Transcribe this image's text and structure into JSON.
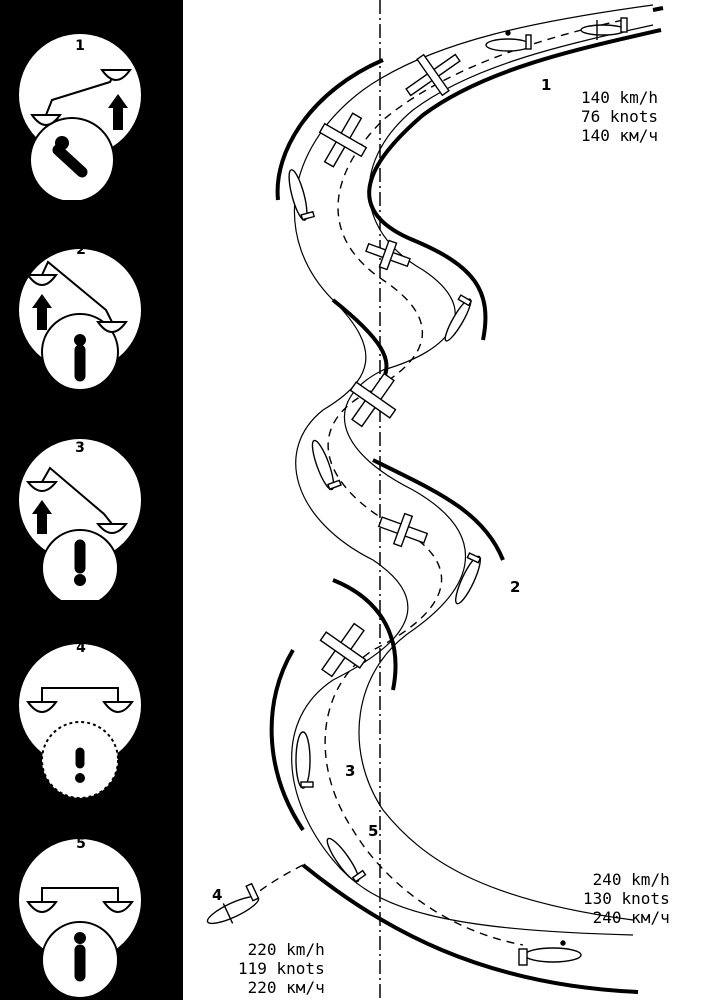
{
  "instruments": [
    {
      "number": "1",
      "arrow": "right-up"
    },
    {
      "number": "2",
      "arrow": "left-up"
    },
    {
      "number": "3",
      "arrow": "left-up"
    },
    {
      "number": "4",
      "arrow": "none"
    },
    {
      "number": "5",
      "arrow": "none"
    }
  ],
  "markers": [
    "1",
    "2",
    "3",
    "4",
    "5"
  ],
  "speeds": {
    "top_right": {
      "kmh": "140 km/h",
      "knots": "76 knots",
      "ru": "140 км/ч"
    },
    "bottom_right": {
      "kmh": "240 km/h",
      "knots": "130 knots",
      "ru": "240 км/ч"
    },
    "bottom_left": {
      "kmh": "220 km/h",
      "knots": "119 knots",
      "ru": "220 км/ч"
    }
  },
  "colors": {
    "sidebar": "#000000",
    "ink": "#000000",
    "paper": "#ffffff"
  }
}
